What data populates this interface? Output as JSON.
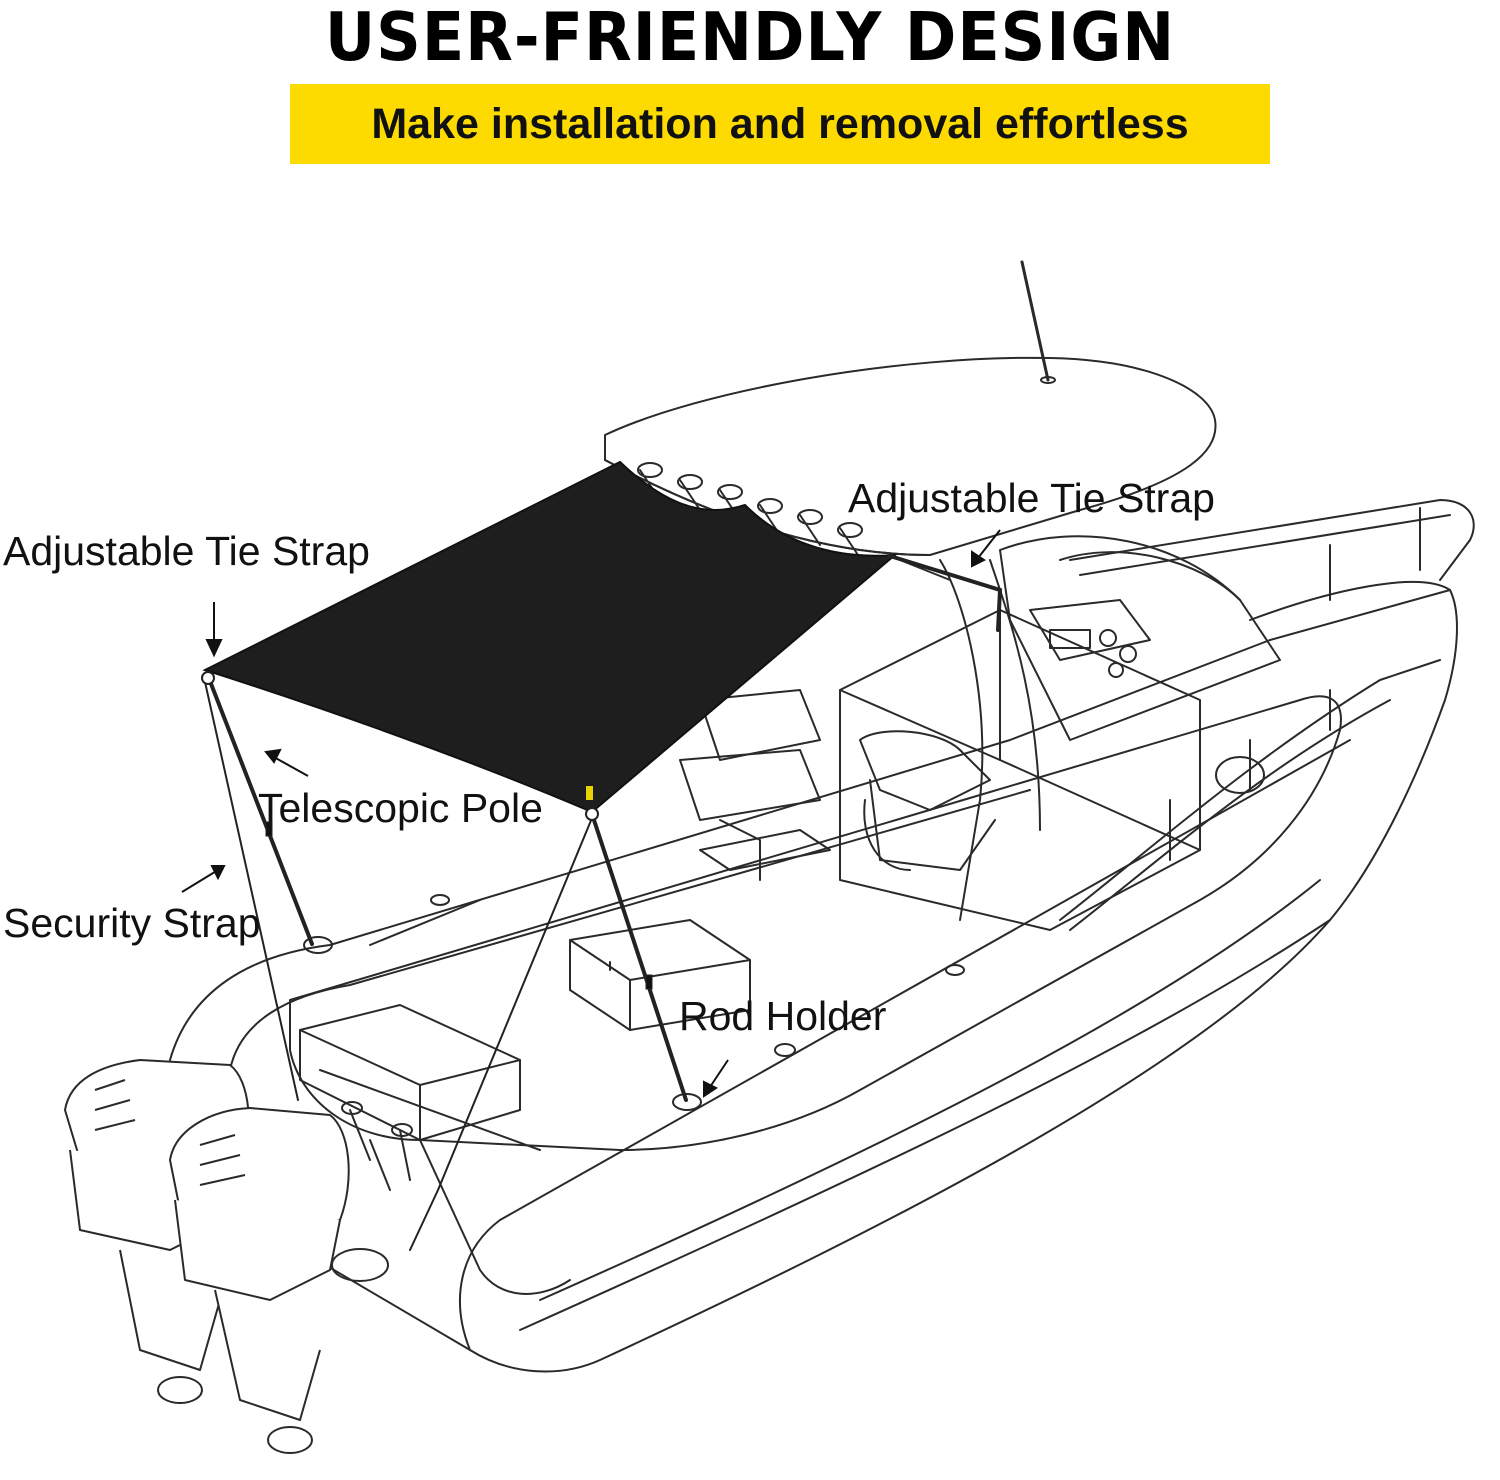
{
  "header": {
    "title": "USER-FRIENDLY DESIGN",
    "subtitle": "Make installation and removal effortless"
  },
  "callouts": {
    "tie_strap_left": "Adjustable Tie Strap",
    "tie_strap_right": "Adjustable Tie Strap",
    "telescopic_pole": "Telescopic Pole",
    "security_strap": "Security Strap",
    "rod_holder": "Rod Holder"
  },
  "colors": {
    "banner": "#fddb00",
    "canopy": "#1e1e1e",
    "line_art": "#2a2a2a"
  }
}
